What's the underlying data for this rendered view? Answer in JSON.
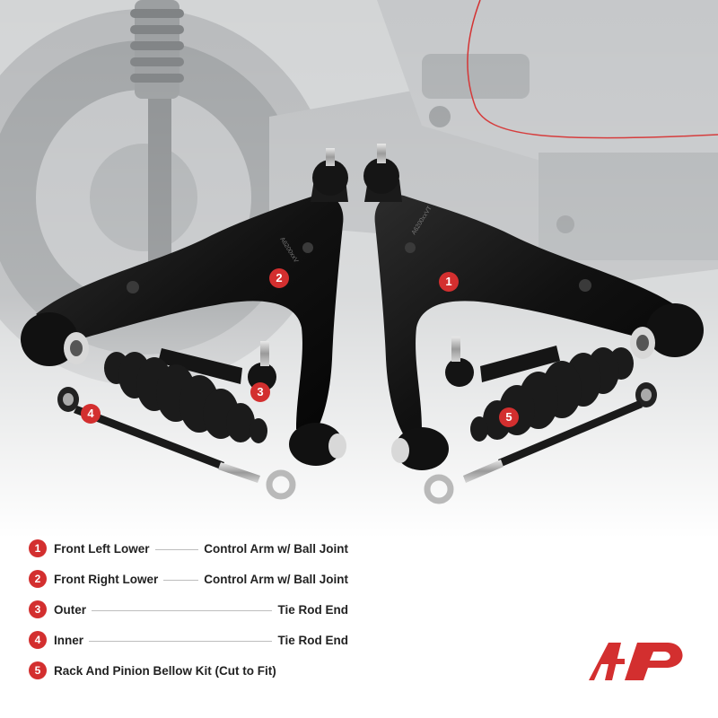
{
  "markers": [
    "1",
    "2",
    "3",
    "4",
    "5"
  ],
  "legend": [
    {
      "num": "1",
      "left": "Front Left Lower",
      "right": "Control Arm w/ Ball Joint"
    },
    {
      "num": "2",
      "left": "Front Right Lower",
      "right": "Control Arm w/ Ball Joint"
    },
    {
      "num": "3",
      "left": "Outer",
      "right": "Tie Rod End"
    },
    {
      "num": "4",
      "left": "Inner",
      "right": "Tie Rod End"
    },
    {
      "num": "5",
      "text": "Rack And Pinion Bellow Kit (Cut to Fit)"
    }
  ],
  "part_numbers": [
    "A6200xxV",
    "A6200xxVT"
  ],
  "colors": {
    "accent": "#d32f2f",
    "part": "#151515",
    "background_photo": "#c9ccce"
  },
  "icons": {
    "logo": "a-premium-logo"
  }
}
